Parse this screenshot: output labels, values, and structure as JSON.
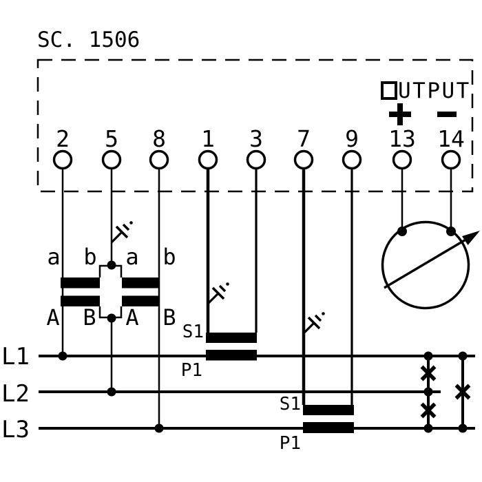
{
  "colors": {
    "ink": "#000000",
    "paper": "#ffffff"
  },
  "title": "SC. 1506",
  "output": {
    "label": "OUTPUT",
    "label_after_square_o": "UTPUT",
    "polarity_plus": "+",
    "polarity_minus": "−"
  },
  "terminals": [
    {
      "label": "2"
    },
    {
      "label": "5"
    },
    {
      "label": "8"
    },
    {
      "label": "1"
    },
    {
      "label": "3"
    },
    {
      "label": "7"
    },
    {
      "label": "9"
    },
    {
      "label": "13"
    },
    {
      "label": "14"
    }
  ],
  "voltage_transformers": {
    "secondary_labels": [
      "a",
      "b",
      "a",
      "b"
    ],
    "primary_labels": [
      "A",
      "B",
      "A",
      "B"
    ]
  },
  "current_transformers": [
    {
      "secondary": "S1",
      "primary": "P1"
    },
    {
      "secondary": "S1",
      "primary": "P1"
    }
  ],
  "phase_lines": [
    {
      "label": "L1"
    },
    {
      "label": "L2"
    },
    {
      "label": "L3"
    }
  ]
}
